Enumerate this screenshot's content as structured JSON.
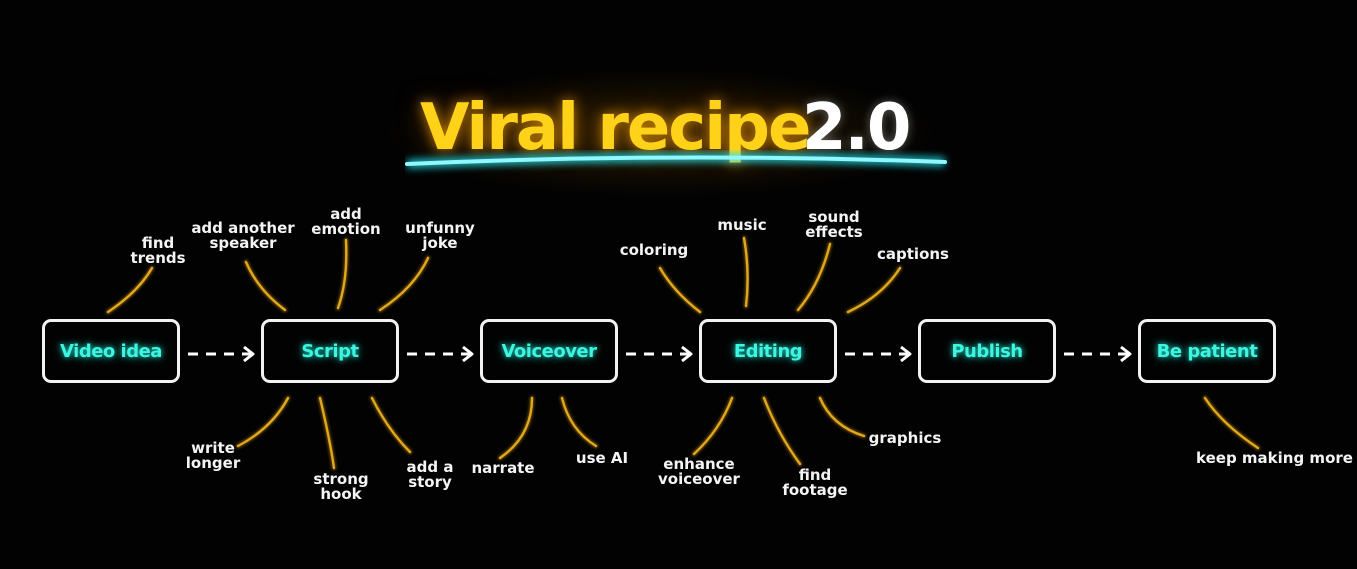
{
  "title": {
    "main": "Viral recipe",
    "version": "2.0"
  },
  "steps": [
    {
      "label": "Video idea",
      "above": [
        "find\ntrends"
      ],
      "below": []
    },
    {
      "label": "Script",
      "above": [
        "add another\nspeaker",
        "add\nemotion",
        "unfunny\njoke"
      ],
      "below": [
        "write\nlonger",
        "strong\nhook",
        "add a\nstory"
      ]
    },
    {
      "label": "Voiceover",
      "above": [],
      "below": [
        "narrate",
        "use AI"
      ]
    },
    {
      "label": "Editing",
      "above": [
        "coloring",
        "music",
        "sound\neffects",
        "captions"
      ],
      "below": [
        "enhance\nvoiceover",
        "find\nfootage",
        "graphics"
      ]
    },
    {
      "label": "Publish",
      "above": [],
      "below": []
    },
    {
      "label": "Be patient",
      "above": [],
      "below": [
        "keep making more"
      ]
    }
  ],
  "colors": {
    "title": "#ffd21a",
    "node_text": "#3df5e0",
    "arrow": "#ffffff",
    "connector": "#e0a81c",
    "underline": "#22e5f0"
  }
}
